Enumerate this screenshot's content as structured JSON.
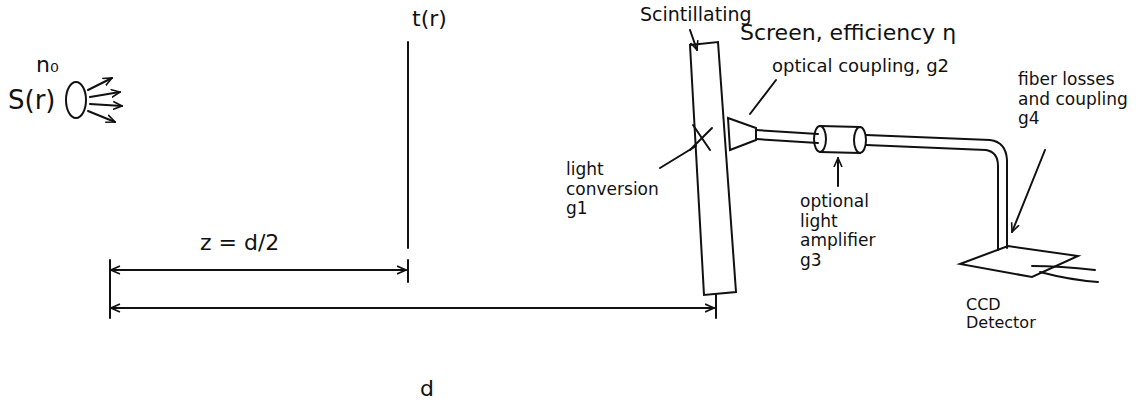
{
  "diagram": {
    "labels": [
      "n₀",
      "S(r)",
      "t(r)",
      "Scintillating",
      "Screen, efficiency η",
      "optical coupling, g2",
      "light conversion g1",
      "optional light amplifier g3",
      "fiber losses and coupling g4",
      "CCD Detector",
      "z = d/2",
      "d"
    ]
  }
}
